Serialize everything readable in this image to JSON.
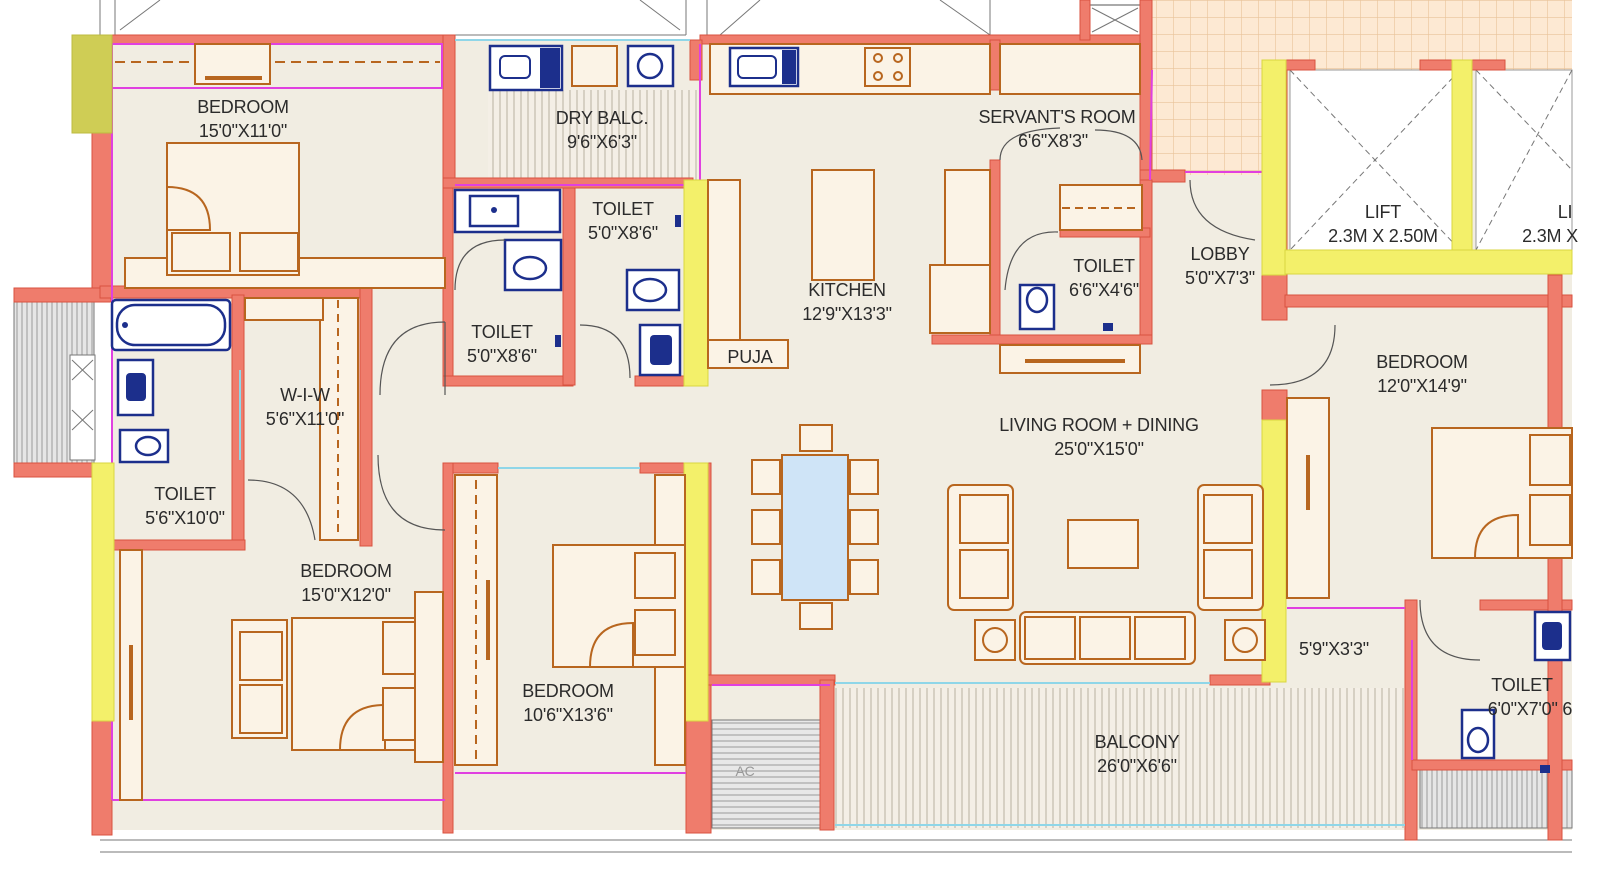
{
  "rooms": {
    "bedroom1": {
      "name": "BEDROOM",
      "size": "15'0\"X11'0\""
    },
    "dry_balc": {
      "name": "DRY BALC.",
      "size": "9'6\"X6'3\""
    },
    "servant": {
      "name": "SERVANT'S ROOM",
      "size": "6'6\"X8'3\""
    },
    "lift1": {
      "name": "LIFT",
      "size": "2.3M X 2.50M"
    },
    "lift2": {
      "name": "LI",
      "size": "2.3M X"
    },
    "toilet_a": {
      "name": "TOILET",
      "size": "5'0\"X8'6\""
    },
    "toilet_b": {
      "name": "TOILET",
      "size": "5'0\"X8'6\""
    },
    "kitchen": {
      "name": "KITCHEN",
      "size": "12'9\"X13'3\""
    },
    "toilet_servant": {
      "name": "TOILET",
      "size": "6'6\"X4'6\""
    },
    "lobby": {
      "name": "LOBBY",
      "size": "5'0\"X7'3\""
    },
    "puja": {
      "name": "PUJA"
    },
    "wiw": {
      "name": "W-I-W",
      "size": "5'6\"X11'0\""
    },
    "bedroom_right": {
      "name": "BEDROOM",
      "size": "12'0\"X14'9\""
    },
    "living": {
      "name": "LIVING ROOM + DINING",
      "size": "25'0\"X15'0\""
    },
    "toilet_left": {
      "name": "TOILET",
      "size": "5'6\"X10'0\""
    },
    "bedroom2": {
      "name": "BEDROOM",
      "size": "15'0\"X12'0\""
    },
    "bedroom3": {
      "name": "BEDROOM",
      "size": "10'6\"X13'6\""
    },
    "balcony": {
      "name": "BALCONY",
      "size": "26'0\"X6'6\""
    },
    "passage": {
      "size": "5'9\"X3'3\""
    },
    "toilet_right": {
      "name": "TOILET",
      "size": "6'0\"X7'0\" 6"
    },
    "ac_ledge": {
      "name": "AC"
    }
  },
  "colors": {
    "wall": "#ef7c6c",
    "floor": "#f1ede2",
    "window": "#f3f06a",
    "partition_pink": "#e040e0",
    "glass_cyan": "#8fd6e8",
    "furniture": "#b8661f",
    "sanitary": "#1c2f8c",
    "lobby_tile": "#fbe9d5"
  }
}
